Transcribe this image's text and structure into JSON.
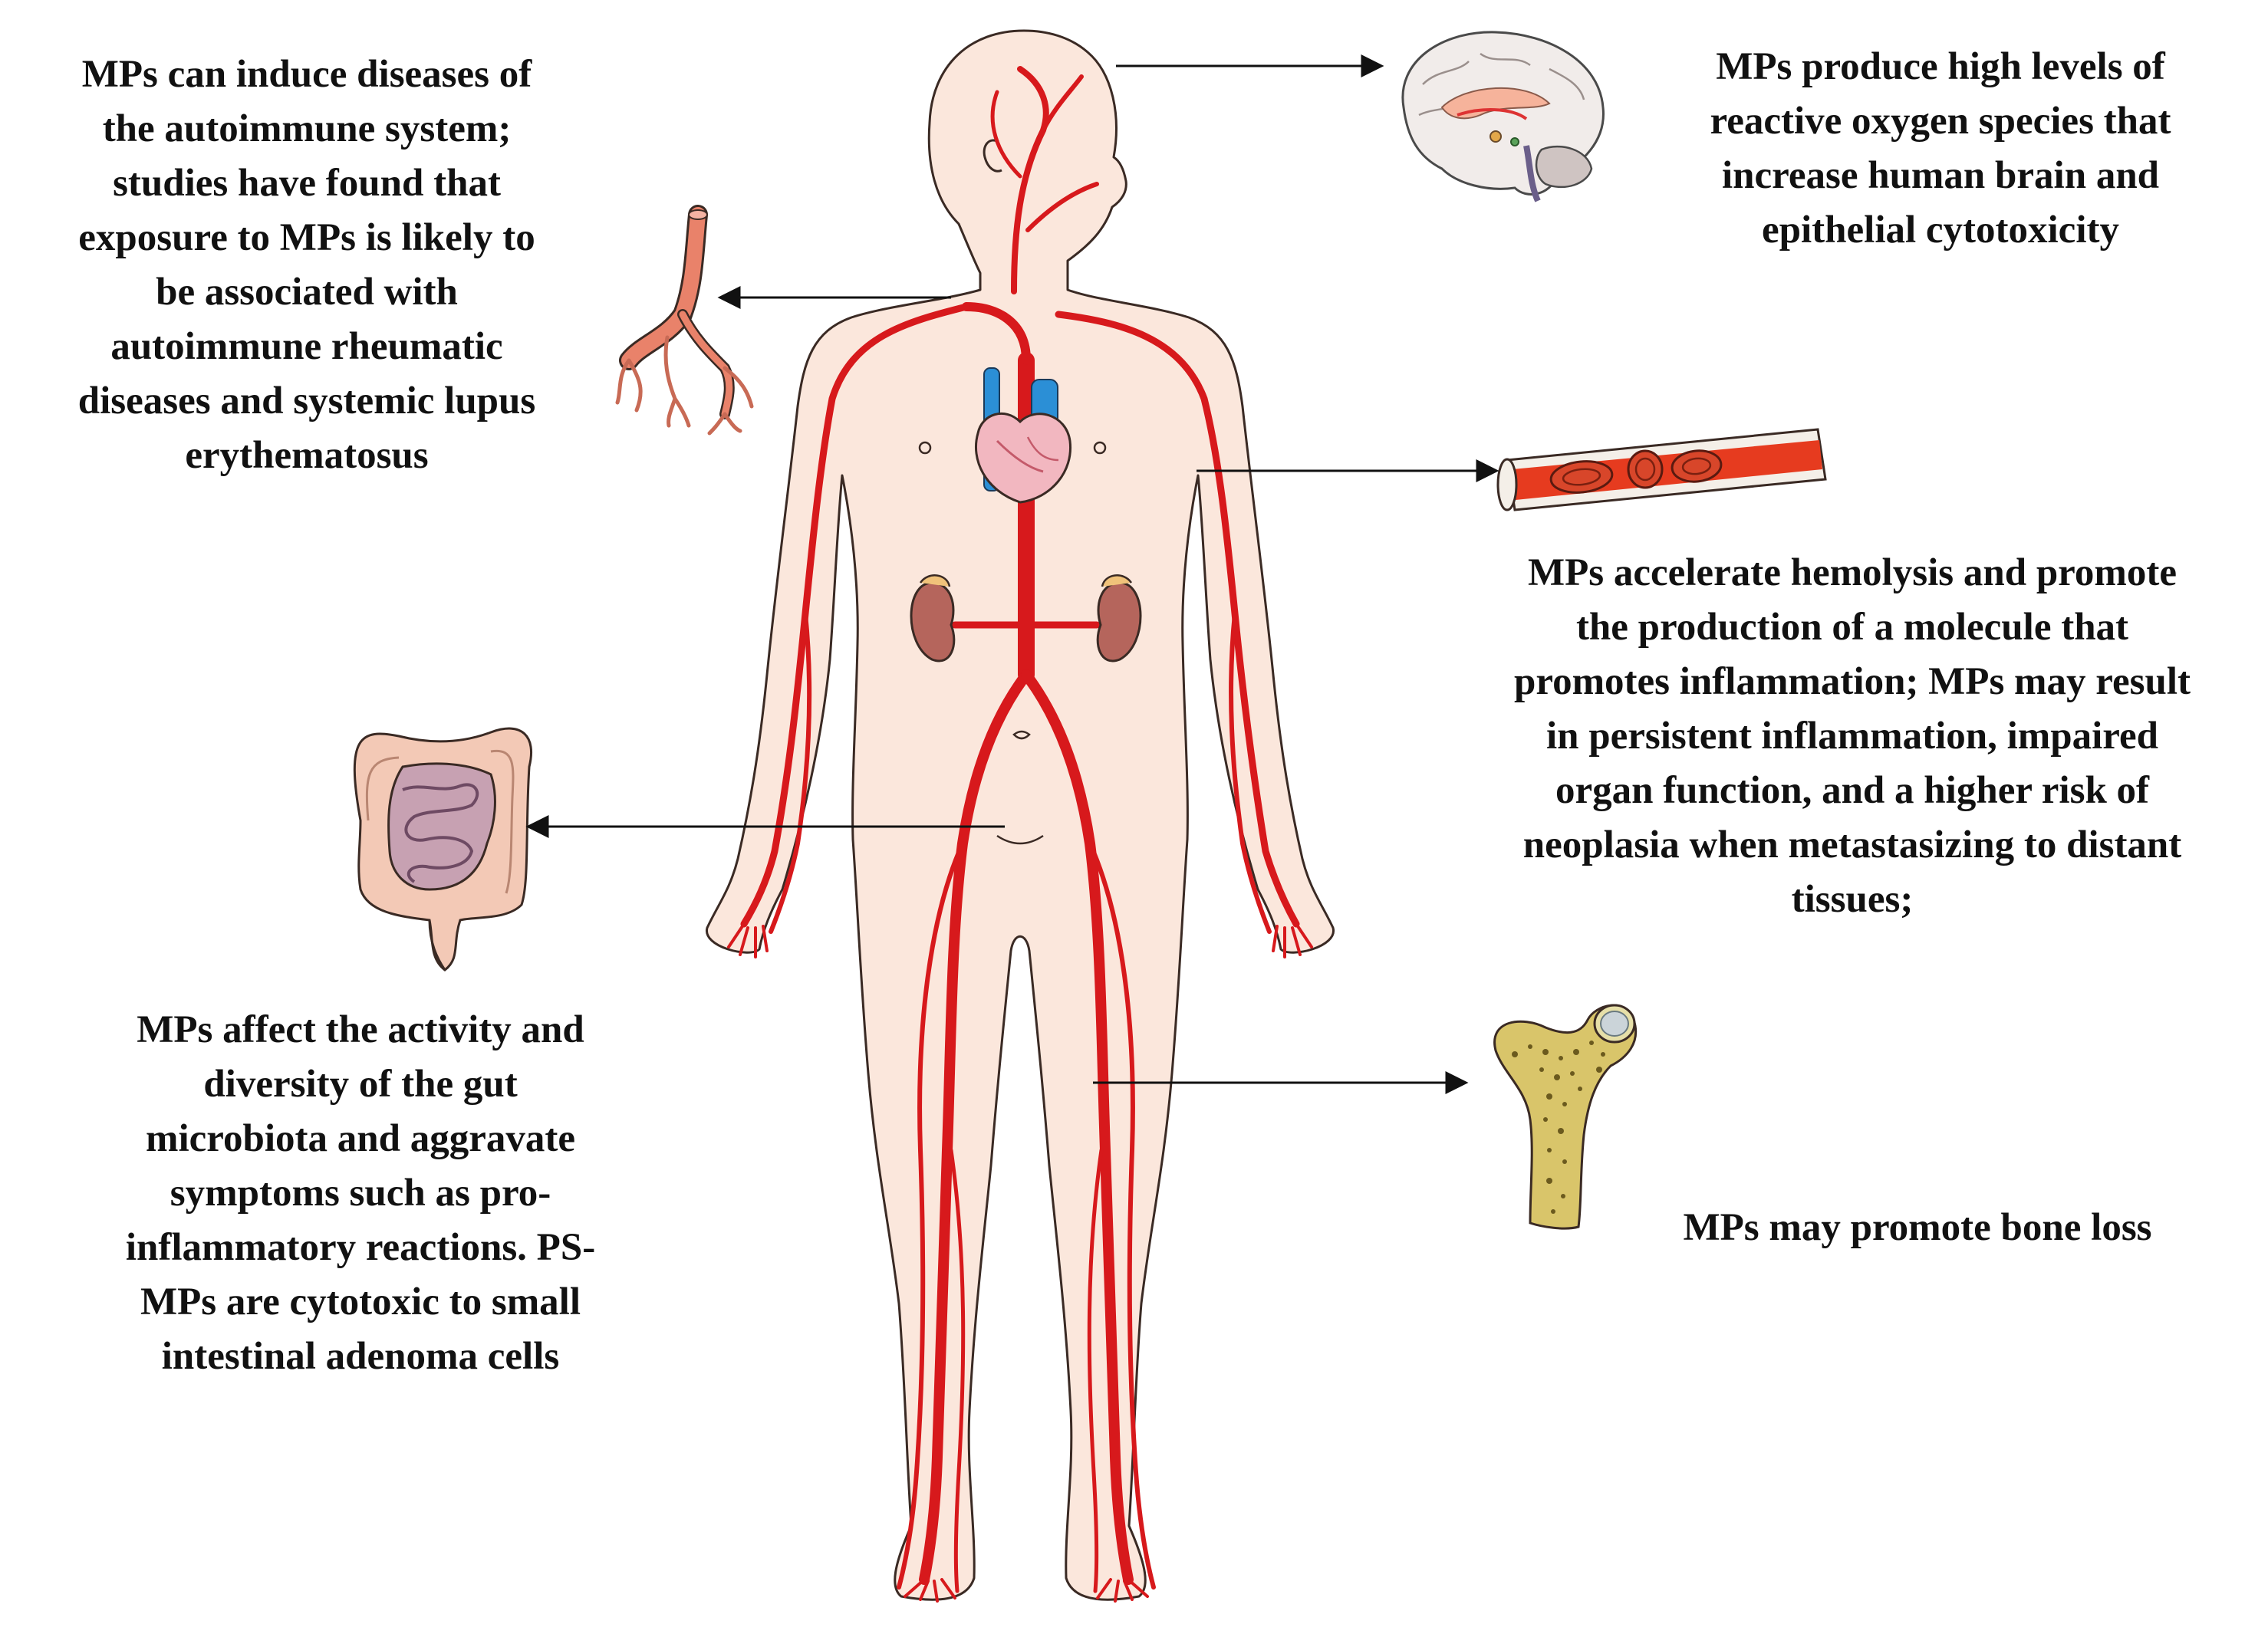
{
  "captions": {
    "autoimmune": [
      "MPs can induce diseases of",
      "the autoimmune system;",
      "studies have found that",
      "exposure to MPs is likely to",
      "be associated with",
      "autoimmune rheumatic",
      "diseases and systemic lupus",
      "erythematosus"
    ],
    "brain": [
      "MPs produce high levels of",
      "reactive oxygen species that",
      "increase human brain and",
      "epithelial cytotoxicity"
    ],
    "blood": [
      "MPs accelerate hemolysis and promote",
      "the production of a molecule that",
      "promotes inflammation; MPs may result",
      "in persistent inflammation, impaired",
      "organ function, and a higher risk of",
      "neoplasia when metastasizing to distant",
      "tissues;"
    ],
    "gut": [
      "MPs affect the activity and",
      "diversity of the gut",
      "microbiota and aggravate",
      "symptoms such as pro-",
      "inflammatory reactions. PS-",
      "MPs are cytotoxic to small",
      "intestinal adenoma cells"
    ],
    "bone": [
      "MPs may promote bone loss"
    ]
  },
  "colors": {
    "skin": "#fbe7dc",
    "skin_outline": "#3a2a24",
    "artery": "#d7191c",
    "vein": "#2b8fd6",
    "kidney": "#b5655c",
    "heart": "#f2b7c0",
    "bone": "#d9c56a",
    "intestine": "#f3c9b6"
  }
}
